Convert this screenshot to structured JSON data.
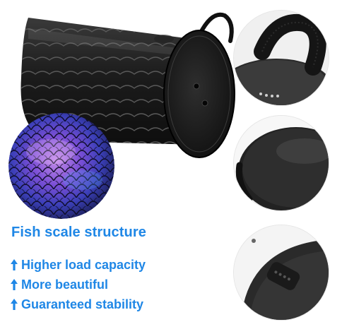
{
  "headline": "Fish scale structure",
  "features": [
    {
      "icon": "up-arrow-icon",
      "label": "Higher load capacity"
    },
    {
      "icon": "up-arrow-icon",
      "label": "More beautiful"
    },
    {
      "icon": "up-arrow-icon",
      "label": "Guaranteed stability"
    }
  ],
  "colors": {
    "accent_text": "#1f87e6",
    "product_black": "#1a1a1a",
    "background": "#ffffff"
  },
  "insets": [
    {
      "name": "handle-strap-closeup"
    },
    {
      "name": "seat-surface-closeup"
    },
    {
      "name": "lock-button-closeup"
    }
  ]
}
